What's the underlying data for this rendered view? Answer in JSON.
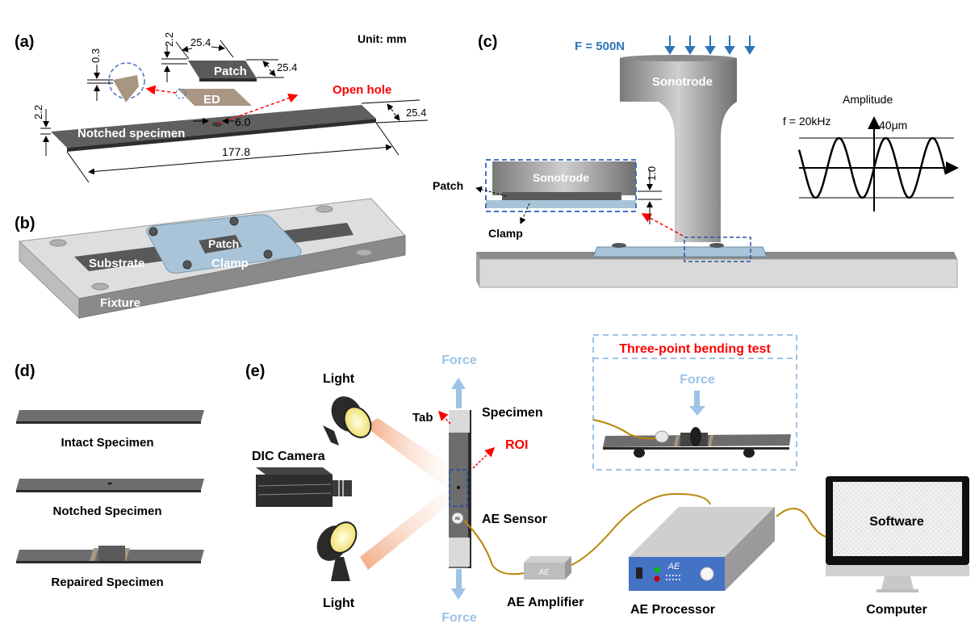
{
  "panels": {
    "a": {
      "tag": "(a)",
      "unit": "Unit: mm",
      "patch": "Patch",
      "ed": "ED",
      "open_hole": "Open hole",
      "specimen": "Notched specimen",
      "dims": {
        "patch_thickness": "2.2",
        "patch_width": "25.4",
        "patch_length": "25.4",
        "ed_thickness": "0.3",
        "specimen_thickness": "2.2",
        "specimen_width": "25.4",
        "hole_diameter": "6.0",
        "specimen_length": "177.8"
      }
    },
    "b": {
      "tag": "(b)",
      "patch": "Patch",
      "clamp": "Clamp",
      "substrate": "Substrate",
      "fixture": "Fixture"
    },
    "c": {
      "tag": "(c)",
      "force": "F = 500N",
      "sonotrode_main": "Sonotrode",
      "sonotrode_inset": "Sonotrode",
      "patch": "Patch",
      "clamp": "Clamp",
      "gap": "1.0",
      "amplitude_title": "Amplitude",
      "frequency": "f = 20kHz",
      "amplitude_value": "40μm"
    },
    "d": {
      "tag": "(d)",
      "items": [
        "Intact Specimen",
        "Notched Specimen",
        "Repaired Specimen"
      ]
    },
    "e": {
      "tag": "(e)",
      "light_top": "Light",
      "light_bottom": "Light",
      "dic_camera": "DIC Camera",
      "force_top": "Force",
      "force_bottom": "Force",
      "tab": "Tab",
      "specimen": "Specimen",
      "roi": "ROI",
      "ae_sensor": "AE Sensor",
      "ae_sensor_mark": "AE",
      "ae_amplifier": "AE Amplifier",
      "ae_amplifier_mark": "AE",
      "ae_processor": "AE Processor",
      "ae_processor_mark": "AE",
      "computer": "Computer",
      "software": "Software",
      "three_point": "Three-point bending test",
      "three_point_force": "Force"
    }
  },
  "colors": {
    "force_blue": "#2e75b6",
    "light_force_blue": "#9dc3e6",
    "red_label": "#ff0000",
    "specimen_gray": "#6d6d6d",
    "ed_tan": "#a89682",
    "clamp_blue": "#a9c4d8",
    "cable_gold": "#b8860b",
    "processor_blue": "#4472c4"
  }
}
